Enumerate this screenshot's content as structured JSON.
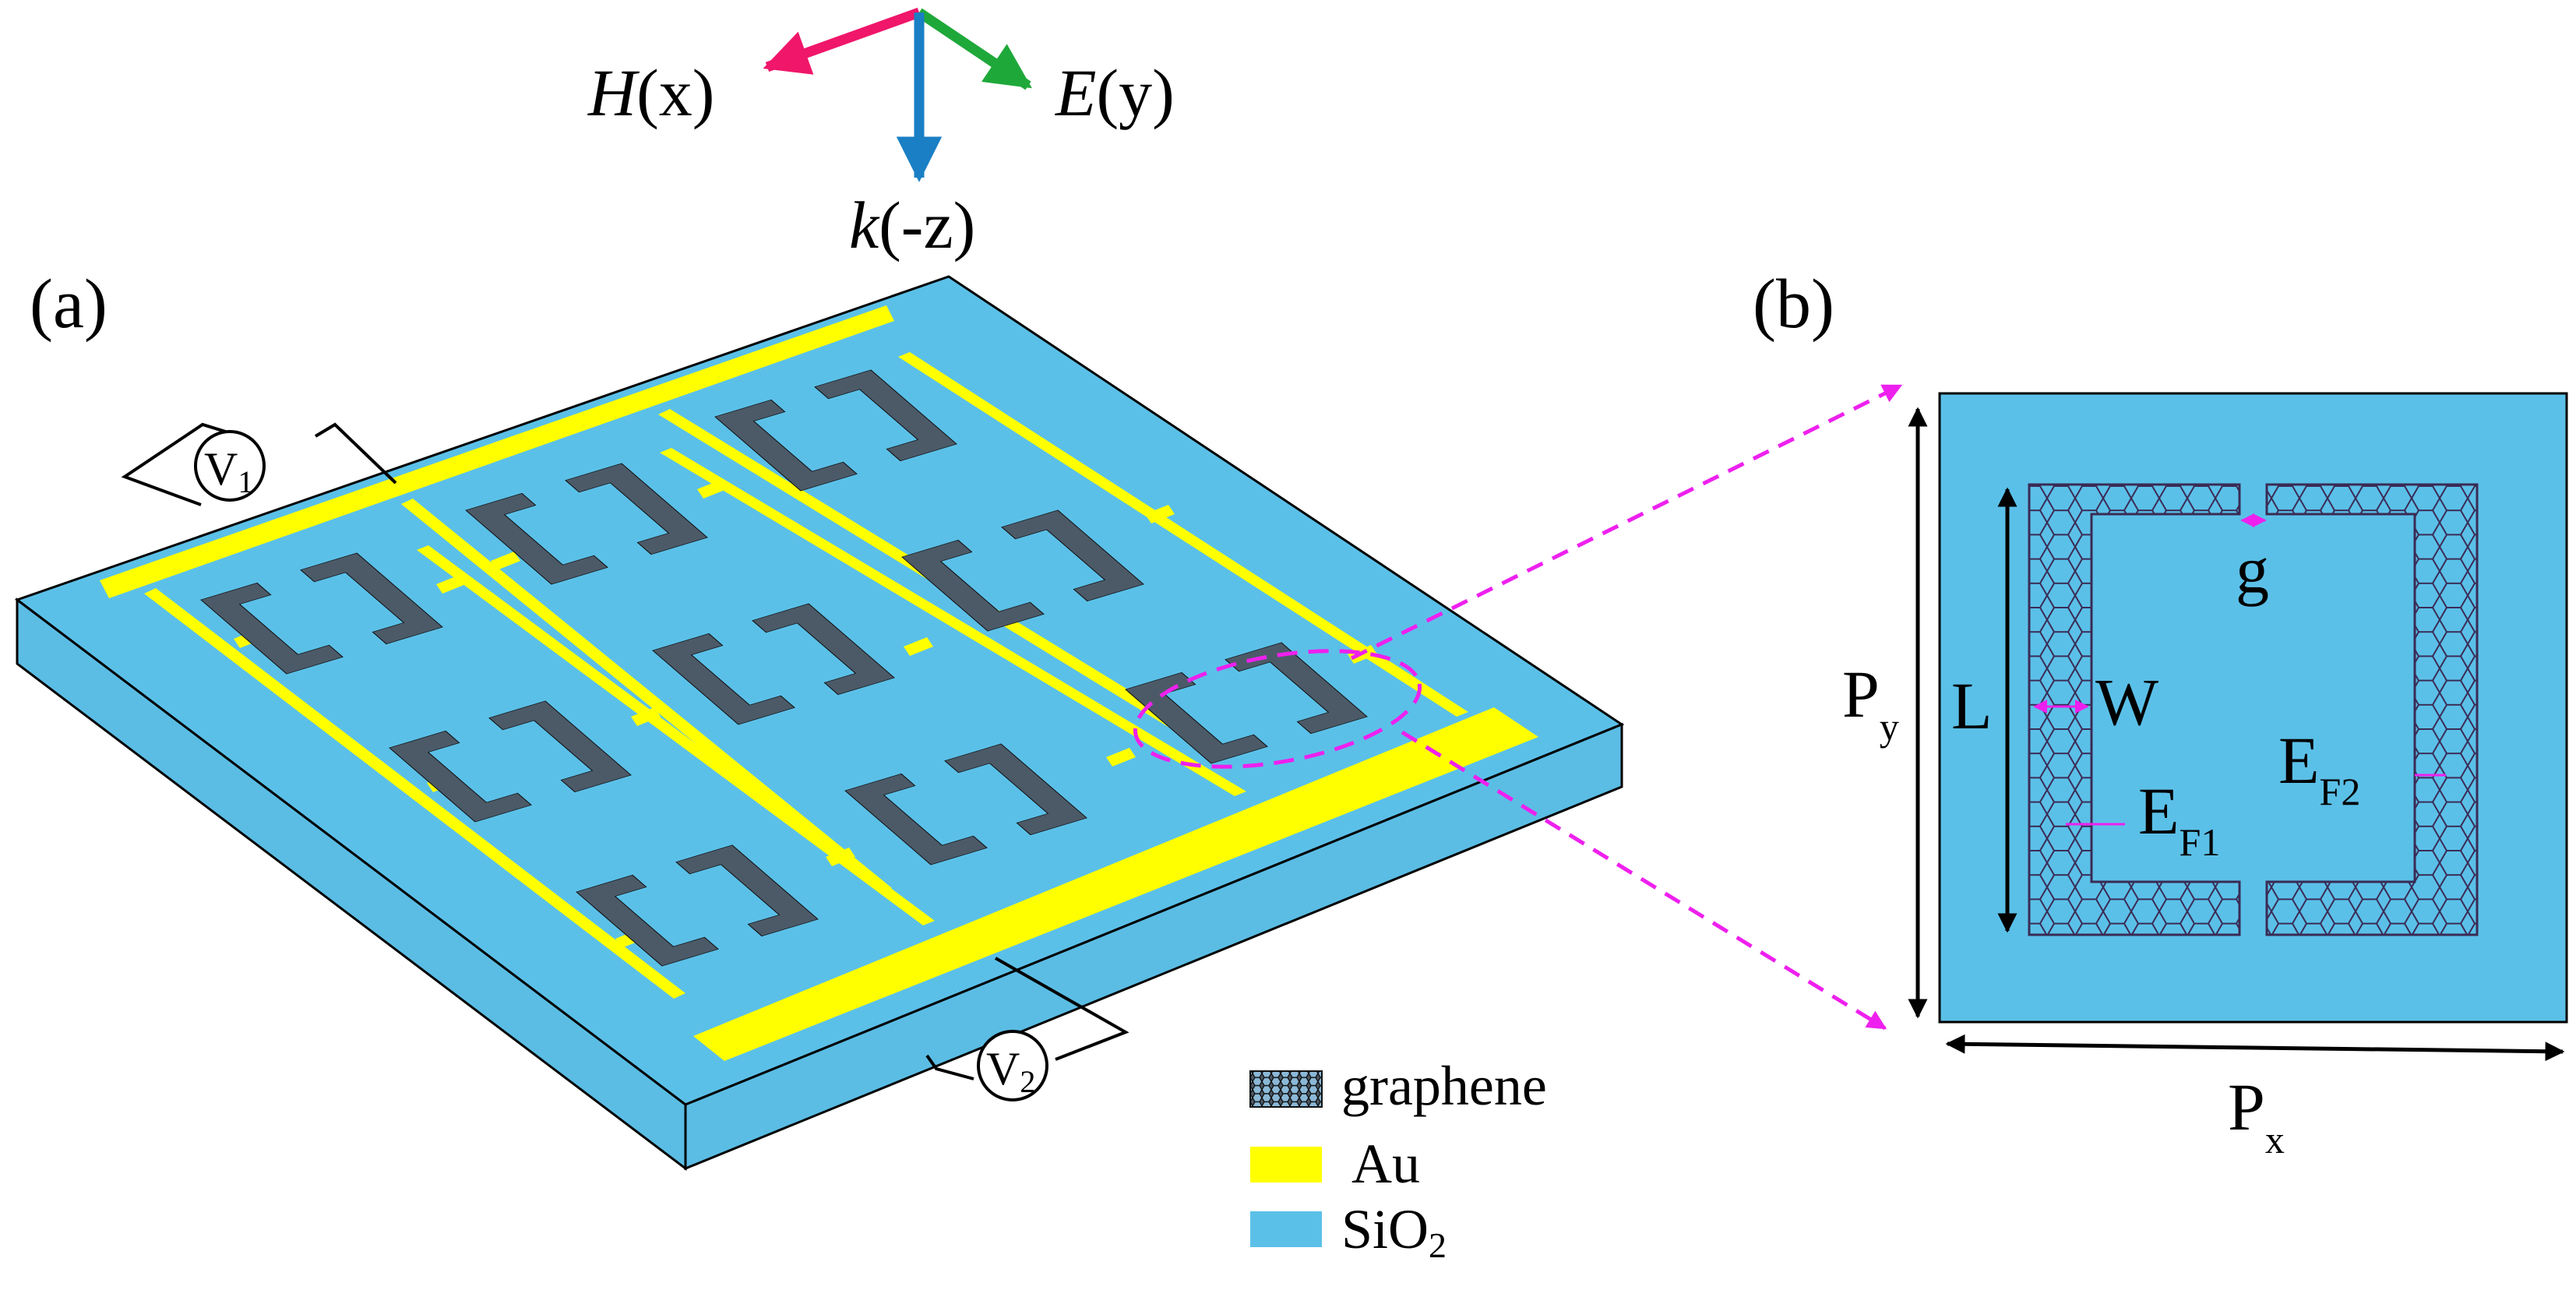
{
  "figure": {
    "panel_a_label": "(a)",
    "panel_b_label": "(b)"
  },
  "axes": {
    "h_symbol": "H",
    "h_suffix": "(x)",
    "e_symbol": "E",
    "e_suffix": "(y)",
    "k_symbol": "k",
    "k_suffix": "(-z)"
  },
  "voltages": {
    "v1_main": "V",
    "v1_sub": "1",
    "v2_main": "V",
    "v2_sub": "2"
  },
  "legend": {
    "graphene": "graphene",
    "au": "Au",
    "sio2_main": "SiO",
    "sio2_sub": "2"
  },
  "unit_cell": {
    "py_main": "P",
    "py_sub": "y",
    "px_main": "P",
    "px_sub": "x",
    "l_label": "L",
    "w_label": "W",
    "g_label": "g",
    "ef1_main": "E",
    "ef1_sub": "F1",
    "ef2_main": "E",
    "ef2_sub": "F2"
  },
  "colors": {
    "sio2": "#5bc0e8",
    "sio2_side": "#5bbde4",
    "gold": "#ffff00",
    "graphene_bg": "#5a6b7d",
    "graphene_line": "#111111",
    "h_arrow": "#f0166a",
    "e_arrow": "#1fa83a",
    "k_arrow": "#1a7fc4",
    "zoom": "#ee20ee",
    "dim_line": "#000000"
  },
  "icons": {
    "h_field": "arrow-icon",
    "e_field": "arrow-icon",
    "k_vector": "arrow-icon",
    "zoom_ellipse": "dashed-ellipse-icon"
  }
}
